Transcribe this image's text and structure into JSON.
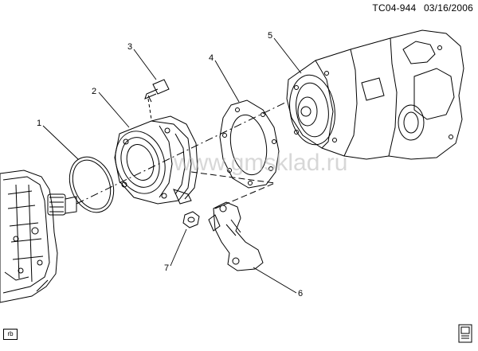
{
  "header": {
    "figure_code": "TC04-944",
    "date": "03/16/2006"
  },
  "watermark": "www.gmsklad.ru",
  "callouts": [
    "1",
    "2",
    "3",
    "4",
    "5",
    "6",
    "7"
  ],
  "corner_tag": "rb",
  "icons": {
    "bottom_right": "book-icon"
  }
}
